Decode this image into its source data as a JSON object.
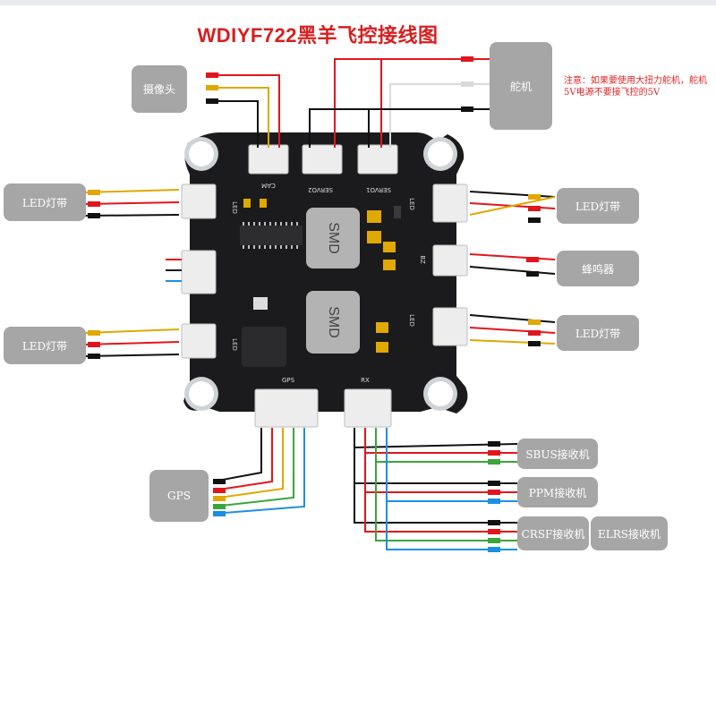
{
  "title": "WDIYF722黑羊飞控接线图",
  "note": "注意：如果要使用大扭力舵机，舵机5V电源不要接飞控的5V",
  "boxes": {
    "camera": "摄像头",
    "servo": "舵机",
    "led_left_top": "LED灯带",
    "led_left_bottom": "LED灯带",
    "led_right_top": "LED灯带",
    "led_right_bottom": "LED灯带",
    "buzzer": "蜂鸣器",
    "gps": "GPS",
    "sbus": "SBUS接收机",
    "ppm": "PPM接收机",
    "crsf": "CRSF接收机",
    "elrs": "ELRS接收机"
  },
  "board": {
    "chip1": "SMD",
    "chip2": "SMD",
    "labels": {
      "cam": "CAM",
      "servo2": "SERVO2",
      "servo1": "SERVO1",
      "gps": "GPS",
      "rx": "RX",
      "led_l1": "LED",
      "led_l2": "LED",
      "led_r1": "LED",
      "led_r2": "LED",
      "bz": "BZ"
    }
  },
  "colors": {
    "title": "#d61f1f",
    "box": "#a6a6a6",
    "board": "#1b1b1d",
    "wire_red": "#e1161d",
    "wire_black": "#111111",
    "wire_yellow": "#e0a800",
    "wire_blue": "#1d8fe3",
    "wire_green": "#3aa63a",
    "wire_white": "#d9d9d9"
  }
}
